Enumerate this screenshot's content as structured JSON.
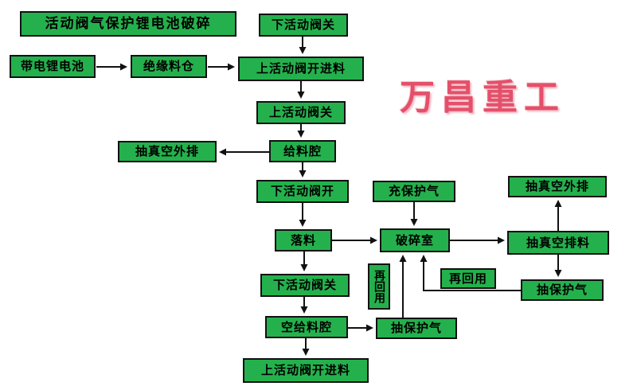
{
  "title": "活动阀气保护锂电池破碎",
  "watermark": "万昌重工",
  "colors": {
    "node_fill": "#24b14d",
    "node_border": "#111111",
    "watermark": "#e4506a"
  },
  "nodes": {
    "lower_valve_close_top": "下活动阀关",
    "charged_battery": "带电锂电池",
    "insulation_silo": "绝缘料仓",
    "upper_valve_open_feed": "上活动阀开进料",
    "upper_valve_close": "上活动阀关",
    "feed_chamber": "给料腔",
    "vacuum_exhaust_left": "抽真空外排",
    "lower_valve_open": "下活动阀开",
    "charge_protective_gas": "充保护气",
    "vacuum_exhaust_right": "抽真空外排",
    "falling_material": "落料",
    "crushing_chamber": "破碎室",
    "vacuum_discharge": "抽真空排料",
    "lower_valve_close_2": "下活动阀关",
    "reuse_right": "再回用",
    "extract_protective_gas_right": "抽保护气",
    "reuse_vertical": "再回用",
    "empty_feed_chamber": "空给料腔",
    "extract_protective_gas_mid": "抽保护气",
    "upper_valve_open_feed_bottom": "上活动阀开进料"
  }
}
